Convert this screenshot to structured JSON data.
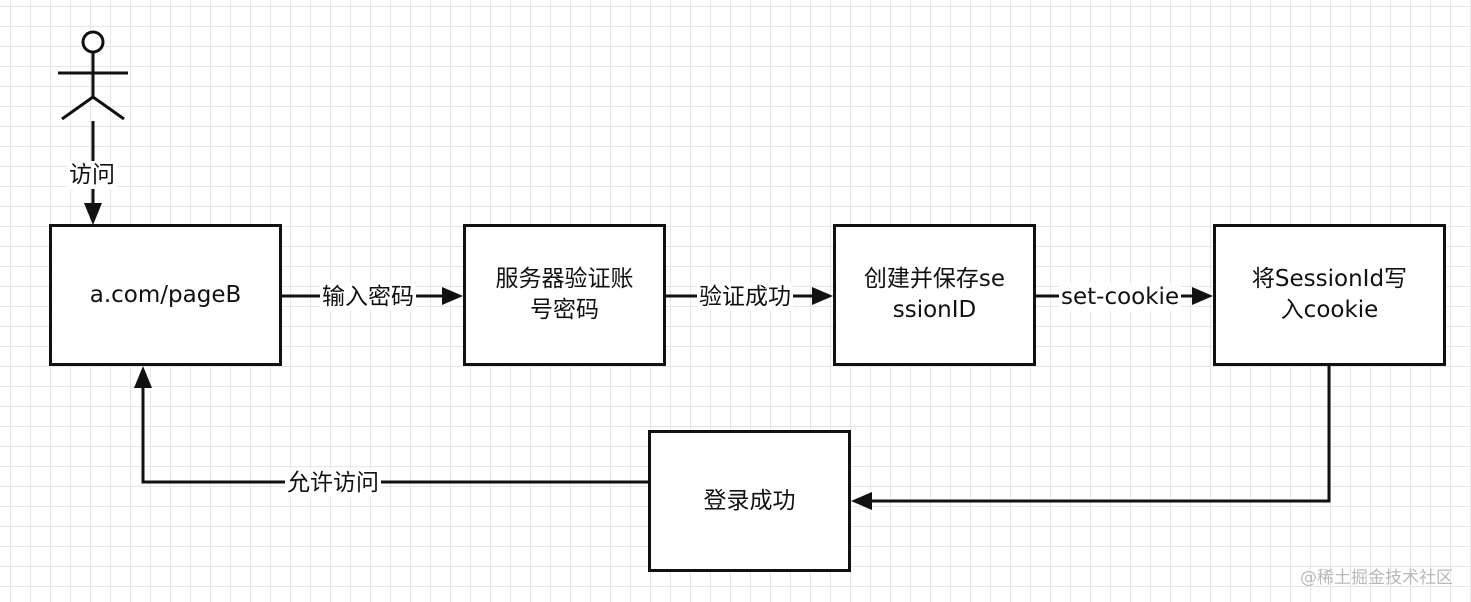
{
  "diagram": {
    "nodes": {
      "page": {
        "label": "a.com/pageB"
      },
      "verify": {
        "label": "服务器验证账号密码"
      },
      "create": {
        "label": "创建并保存sessionID"
      },
      "write": {
        "label": "将SessionId写入cookie"
      },
      "success": {
        "label": "登录成功"
      }
    },
    "edges": {
      "visit": "访问",
      "input": "输入密码",
      "verified": "验证成功",
      "set_cookie": "set-cookie",
      "allow": "允许访问"
    }
  },
  "watermark": "@稀土掘金技术社区"
}
